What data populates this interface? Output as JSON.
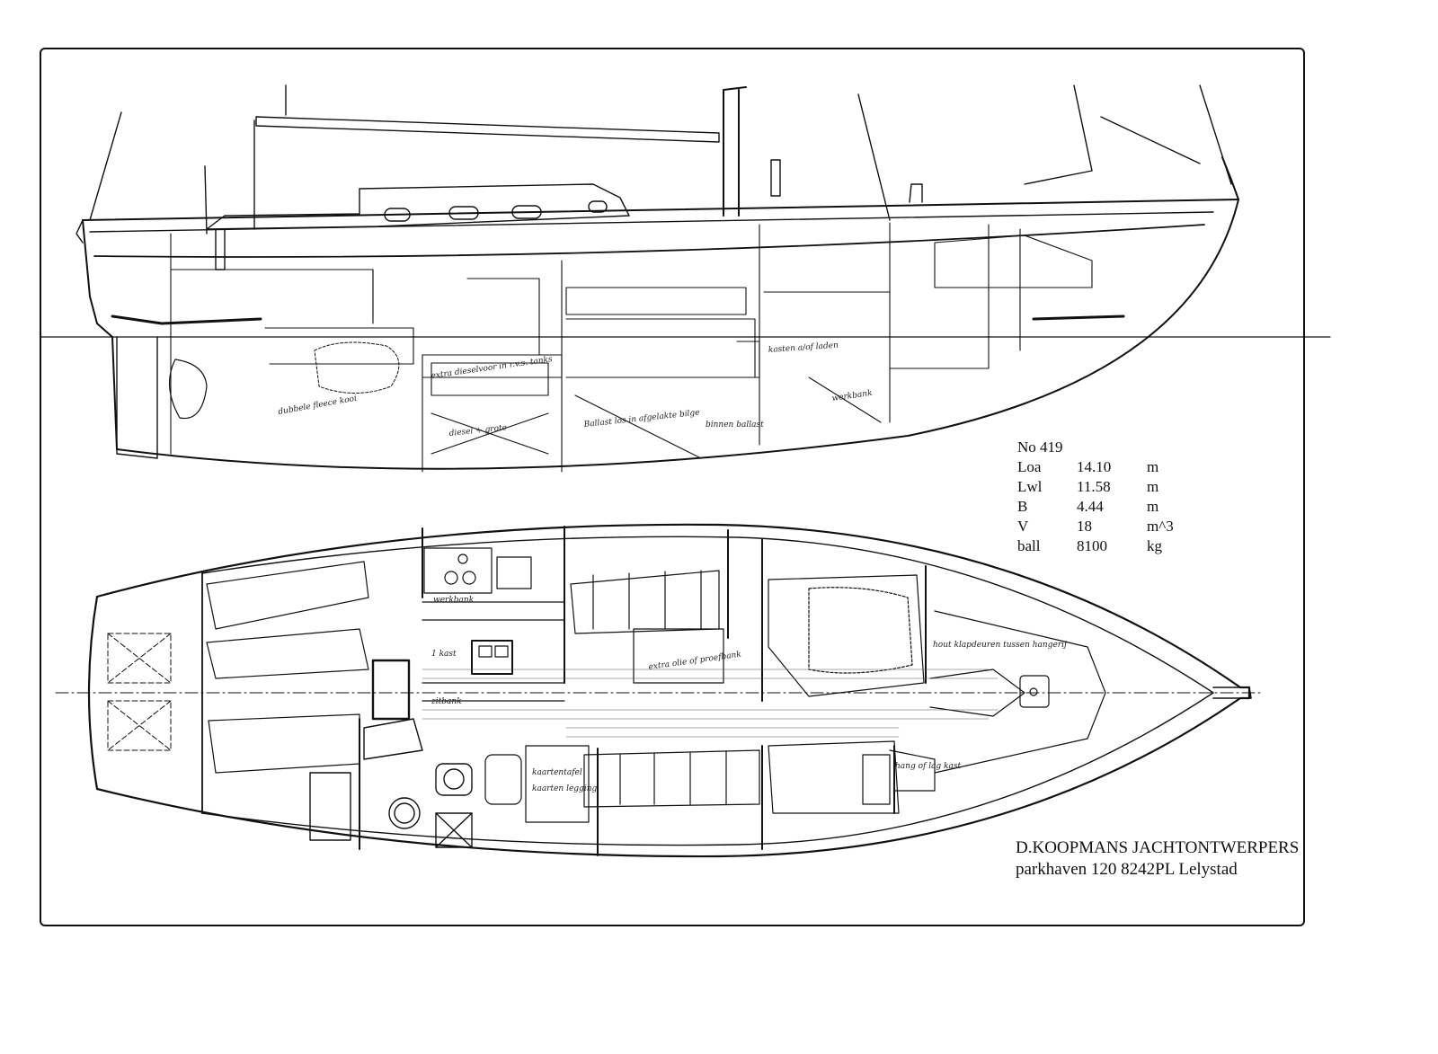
{
  "specs": {
    "number": "No 419",
    "rows": [
      {
        "label": "Loa",
        "value": "14.10",
        "unit": "m"
      },
      {
        "label": "Lwl",
        "value": "11.58",
        "unit": "m"
      },
      {
        "label": "B",
        "value": "4.44",
        "unit": "m"
      },
      {
        "label": "V",
        "value": "18",
        "unit": "m^3"
      },
      {
        "label": "ball",
        "value": "8100",
        "unit": "kg"
      }
    ]
  },
  "designer": {
    "name": "D.KOOPMANS JACHTONTWERPERS",
    "address": "parkhaven 120 8242PL Lelystad"
  },
  "annotations": {
    "profile": [
      "extra dieselvoor in r.v.s. tanks",
      "dubbele fleece kooi",
      "diesel + grote",
      "Ballast los in afgelakte bilge",
      "binnen ballast",
      "kasten a/of laden",
      "werkbank"
    ],
    "plan": [
      "werkbank",
      "1 kast",
      "zitbank",
      "extra olie of proefbank",
      "kaartentafel",
      "kaarten legging",
      "hang of lag kast",
      "hout klapdeuren tussen hangerij"
    ]
  }
}
